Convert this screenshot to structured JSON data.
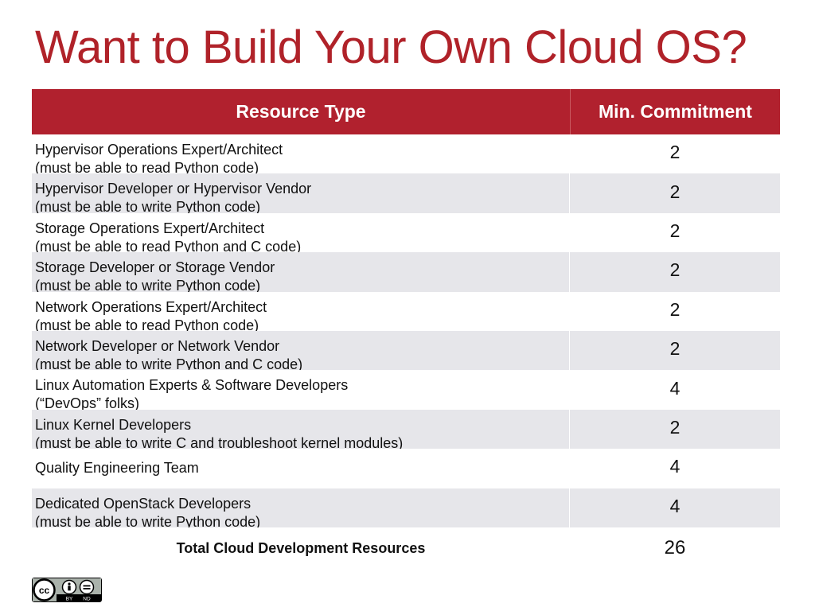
{
  "slide": {
    "title": "Want to Build Your Own Cloud OS?"
  },
  "table": {
    "headers": {
      "resource_type": "Resource Type",
      "min_commitment": "Min. Commitment"
    },
    "rows": [
      {
        "line1": "Hypervisor Operations Expert/Architect",
        "line2": "(must be able to read Python code)",
        "value": "2"
      },
      {
        "line1": "Hypervisor Developer or Hypervisor Vendor",
        "line2": "(must be able to write Python code)",
        "value": "2"
      },
      {
        "line1": "Storage Operations Expert/Architect",
        "line2": "(must be able to read Python and C code)",
        "value": "2"
      },
      {
        "line1": "Storage Developer or Storage Vendor",
        "line2": "(must be able to write Python code)",
        "value": "2"
      },
      {
        "line1": "Network Operations Expert/Architect",
        "line2": "(must be able to read Python code)",
        "value": "2"
      },
      {
        "line1": "Network Developer or Network Vendor",
        "line2": "(must be able to write Python and C code)",
        "value": "2"
      },
      {
        "line1": "Linux Automation Experts & Software Developers",
        "line2": "(“DevOps” folks)",
        "value": "4"
      },
      {
        "line1": "Linux Kernel Developers",
        "line2": "(must be able to write C and troubleshoot kernel modules)",
        "value": "2"
      },
      {
        "line1": "Quality Engineering Team",
        "line2": "",
        "value": "4"
      },
      {
        "line1": "Dedicated OpenStack Developers",
        "line2": "(must be able to write Python code)",
        "value": "4"
      }
    ],
    "total": {
      "label": "Total Cloud Development Resources",
      "value": "26"
    }
  },
  "license_badge": {
    "icon": "cc-by-nd-icon",
    "by_text": "BY",
    "nd_text": "ND"
  },
  "colors": {
    "title": "#b02229",
    "header_bg": "#b1212e",
    "alt_row_bg": "#e6e6ea"
  }
}
